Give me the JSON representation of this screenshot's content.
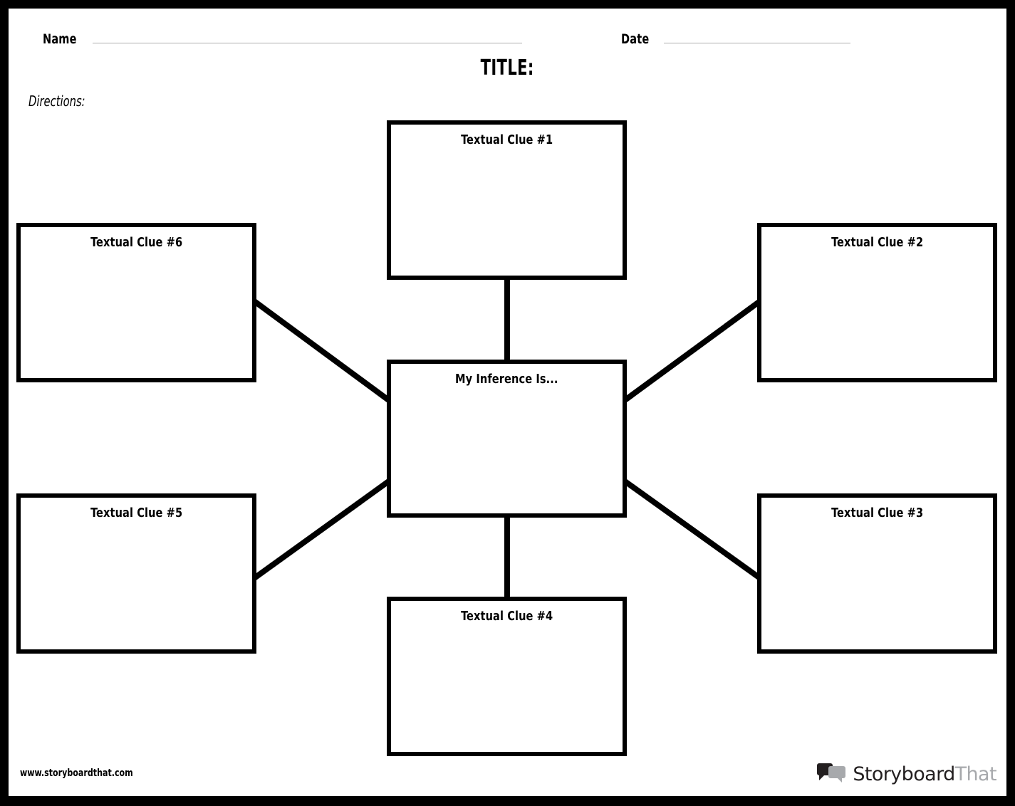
{
  "page": {
    "border_color": "#000000",
    "background": "#ffffff",
    "ink_color": "#000000",
    "rule_color": "#aeaeae"
  },
  "header": {
    "name_label": "Name",
    "name_value": "",
    "date_label": "Date",
    "date_value": ""
  },
  "title": "TITLE:",
  "directions": {
    "label": "Directions:",
    "value": ""
  },
  "diagram": {
    "type": "inference-web",
    "center": {
      "label": "My Inference Is...",
      "value": ""
    },
    "clues": [
      {
        "id": "clue1",
        "label": "Textual Clue #1",
        "value": "",
        "position": "top"
      },
      {
        "id": "clue2",
        "label": "Textual Clue #2",
        "value": "",
        "position": "top-right"
      },
      {
        "id": "clue3",
        "label": "Textual Clue #3",
        "value": "",
        "position": "bottom-right"
      },
      {
        "id": "clue4",
        "label": "Textual Clue #4",
        "value": "",
        "position": "bottom"
      },
      {
        "id": "clue5",
        "label": "Textual Clue #5",
        "value": "",
        "position": "bottom-left"
      },
      {
        "id": "clue6",
        "label": "Textual Clue #6",
        "value": "",
        "position": "top-left"
      }
    ],
    "connectors": [
      {
        "from": "clue1",
        "to": "center",
        "kind": "vertical"
      },
      {
        "from": "clue4",
        "to": "center",
        "kind": "vertical"
      },
      {
        "from": "clue6",
        "to": "center",
        "kind": "diagonal"
      },
      {
        "from": "clue5",
        "to": "center",
        "kind": "diagonal"
      },
      {
        "from": "clue2",
        "to": "center",
        "kind": "diagonal"
      },
      {
        "from": "clue3",
        "to": "center",
        "kind": "diagonal"
      }
    ]
  },
  "footer": {
    "url": "www.storyboardthat.com",
    "brand_dark": "Storyboard",
    "brand_light": "That",
    "brand_dark_color": "#231f20",
    "brand_light_color": "#a7a9ac"
  }
}
